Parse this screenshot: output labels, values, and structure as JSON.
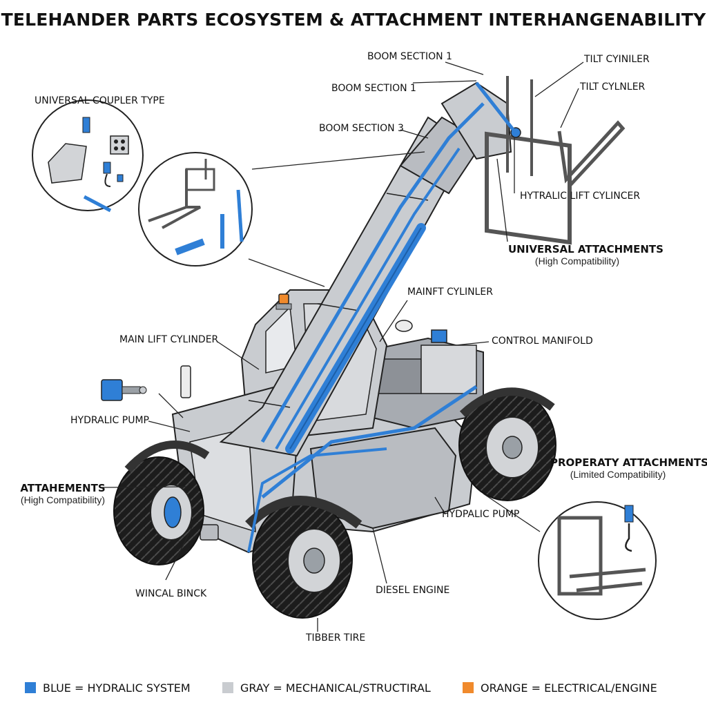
{
  "title": "TELEHANDER PARTS ECOSYSTEM & ATTACHMENT INTERHANGENABILITY",
  "colors": {
    "hydraulic": "#2f7fd6",
    "mechanical": "#c9ccd0",
    "engine": "#f08a2c",
    "outline": "#222222",
    "tire": "#1c1c1c"
  },
  "labels": {
    "boom1a": "BOOM SECTION 1",
    "boom1b": "BOOM SECTION 1",
    "boom3": "BOOM SECTION 3",
    "tilt1": "TILT CYINILER",
    "tilt2": "TILT CYLNLER",
    "coupler": "UNIVERSAL COUPLER TYPE",
    "hyd_lift": "HYTRALIC LIFT CYLINCER",
    "mainft": "MAINFT CYLINLER",
    "main_lift": "MAIN LIFT CYLINDER",
    "control": "CONTROL MANIFOLD",
    "pump_left": "HYDRALIC PUMP",
    "pump_right": "HYDPALIC PUMP",
    "diesel": "DIESEL ENGINE",
    "winch": "WINCAL BINCK",
    "tire": "TIBBER TIRE"
  },
  "groups": {
    "universal": {
      "title": "UNIVERSAL ATTACHMENTS",
      "sub": "(High Compatibility)"
    },
    "proprietary": {
      "title": "PROPERATY ATTACHMENTS",
      "sub": "(Limited Compatibility)"
    },
    "attachments": {
      "title": "ATTAHEMENTS",
      "sub": "(High Compatibility)"
    }
  },
  "legend": [
    {
      "key": "hydraulic",
      "text": "BLUE = HYDRALIC SYSTEM"
    },
    {
      "key": "mechanical",
      "text": "GRAY = MECHANICAL/STRUCTIRAL"
    },
    {
      "key": "engine",
      "text": "ORANGE = ELECTRICAL/ENGINE"
    }
  ]
}
